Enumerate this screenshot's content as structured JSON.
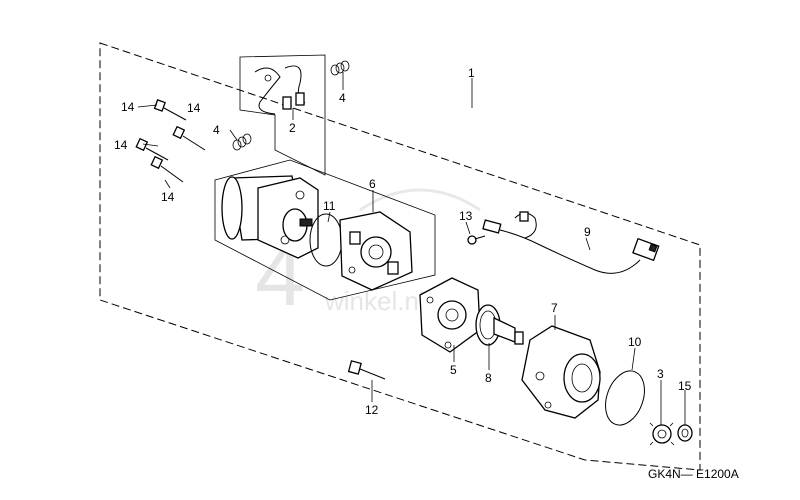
{
  "diagram": {
    "labels": {
      "l1": "1",
      "l2": "2",
      "l3": "3",
      "l4a": "4",
      "l4b": "4",
      "l5": "5",
      "l6": "6",
      "l7": "7",
      "l8": "8",
      "l9": "9",
      "l10": "10",
      "l11": "11",
      "l12": "12",
      "l13": "13",
      "l14a": "14",
      "l14b": "14",
      "l14c": "14",
      "l14d": "14",
      "l15": "15"
    },
    "drawing_code": "GK4N— E1200A",
    "watermark": {
      "big": "4",
      "small": "winkel.nl"
    }
  }
}
